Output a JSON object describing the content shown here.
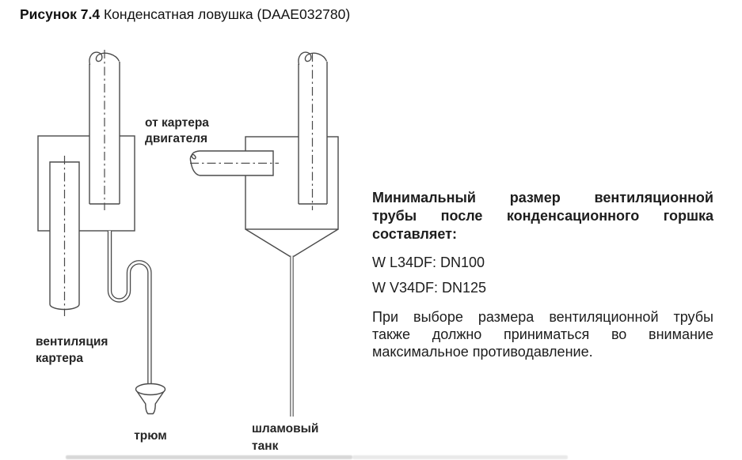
{
  "figure": {
    "number": "Рисунок 7.4",
    "caption": " Конденсатная ловушка (DAAE032780)"
  },
  "diagram": {
    "labels": {
      "from_crankcase": [
        "от картера",
        "двигателя"
      ],
      "crankcase_vent": [
        "вентиляция",
        "картера"
      ],
      "bilge": "трюм",
      "sludge_tank": [
        "шламовый",
        "танк"
      ]
    }
  },
  "info": {
    "lead_lines": [
      "Минимальный размер вентиляционной",
      "трубы после конденсационного горшка",
      "составляет:"
    ],
    "specs": [
      "W L34DF: DN100",
      "W V34DF: DN125"
    ],
    "note_lines": [
      "При выборе размера вентиляционной трубы",
      "также должно приниматься во внимание",
      "максимальное противодавление."
    ]
  },
  "colors": {
    "drawing_line": "#4a4a4a",
    "text": "#1d1d1d"
  }
}
